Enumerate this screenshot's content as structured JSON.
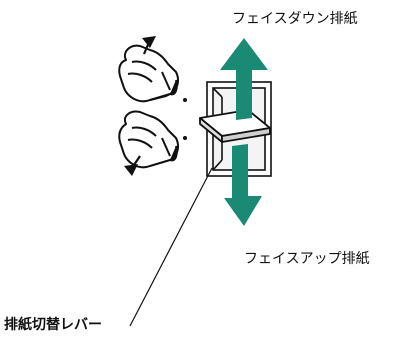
{
  "labels": {
    "face_down": "フェイスダウン排紙",
    "face_up": "フェイスアップ排紙",
    "lever": "排紙切替レバー"
  },
  "icons": {
    "up_hand": "hand-pushing-lever-up-icon",
    "down_hand": "hand-pushing-lever-down-icon",
    "up_arrow": "arrow-up-icon",
    "down_arrow": "arrow-down-icon"
  },
  "colors": {
    "arrow_teal": "#1a8a74",
    "line": "#111111"
  }
}
